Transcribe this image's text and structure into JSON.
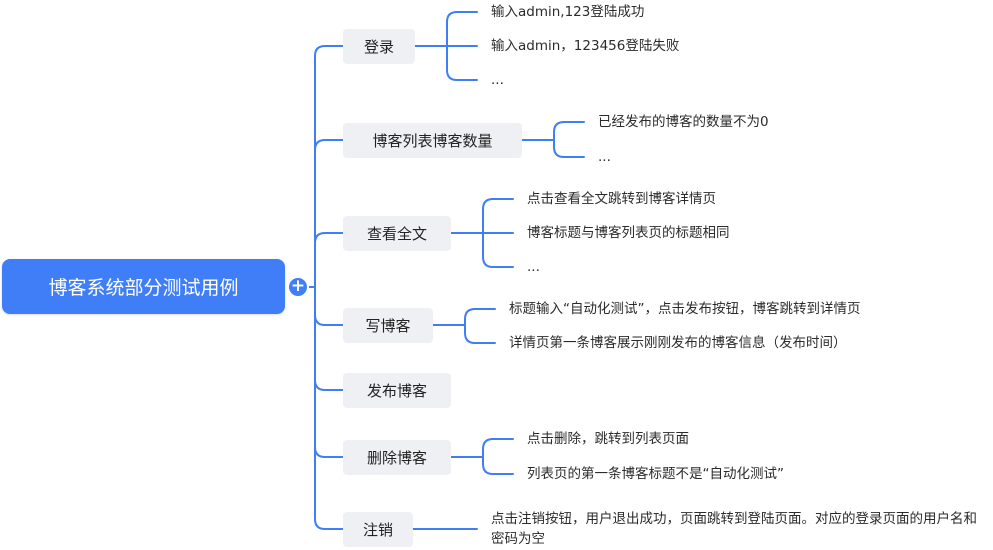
{
  "root": {
    "label": "博客系统部分测试用例",
    "expand_symbol": "+"
  },
  "branches": [
    {
      "label": "登录",
      "items": [
        "输入admin,123登陆成功",
        "输入admin，123456登陆失败",
        "..."
      ]
    },
    {
      "label": "博客列表博客数量",
      "items": [
        "已经发布的博客的数量不为0",
        "..."
      ]
    },
    {
      "label": "查看全文",
      "items": [
        "点击查看全文跳转到博客详情页",
        "博客标题与博客列表页的标题相同",
        "..."
      ]
    },
    {
      "label": "写博客",
      "items": [
        "标题输入“自动化测试”，点击发布按钮，博客跳转到详情页",
        "详情页第一条博客展示刚刚发布的博客信息（发布时间）"
      ]
    },
    {
      "label": "发布博客",
      "items": []
    },
    {
      "label": "删除博客",
      "items": [
        "点击删除，跳转到列表页面",
        "列表页的第一条博客标题不是“自动化测试”"
      ]
    },
    {
      "label": "注销",
      "items": [
        "点击注销按钮，用户退出成功，页面跳转到登陆页面。对应的登录页面的用户名和密码为空"
      ]
    }
  ],
  "colors": {
    "root": "#3f7ef6",
    "topic_bg": "#eef0f3",
    "line": "#3f7ef6"
  }
}
